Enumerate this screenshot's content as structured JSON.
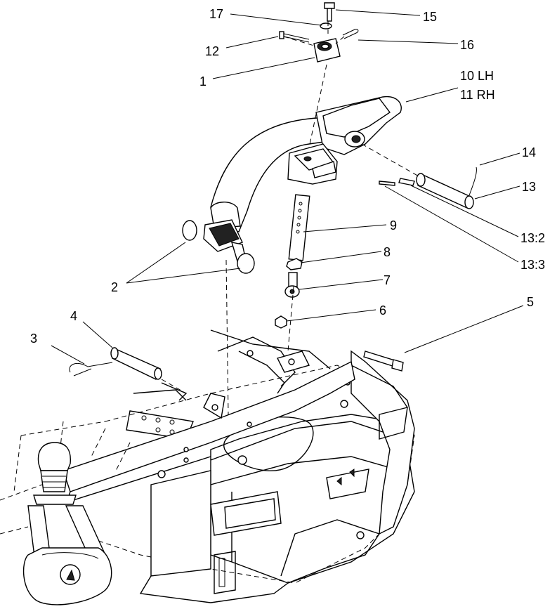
{
  "callouts": {
    "c1": "1",
    "c2": "2",
    "c3": "3",
    "c4": "4",
    "c5": "5",
    "c6": "6",
    "c7": "7",
    "c8": "8",
    "c9": "9",
    "c10": "10 LH",
    "c11": "11 RH",
    "c12": "12",
    "c13": "13",
    "c13_2": "13:2",
    "c13_3": "13:3",
    "c14": "14",
    "c15": "15",
    "c16": "16",
    "c17": "17"
  }
}
